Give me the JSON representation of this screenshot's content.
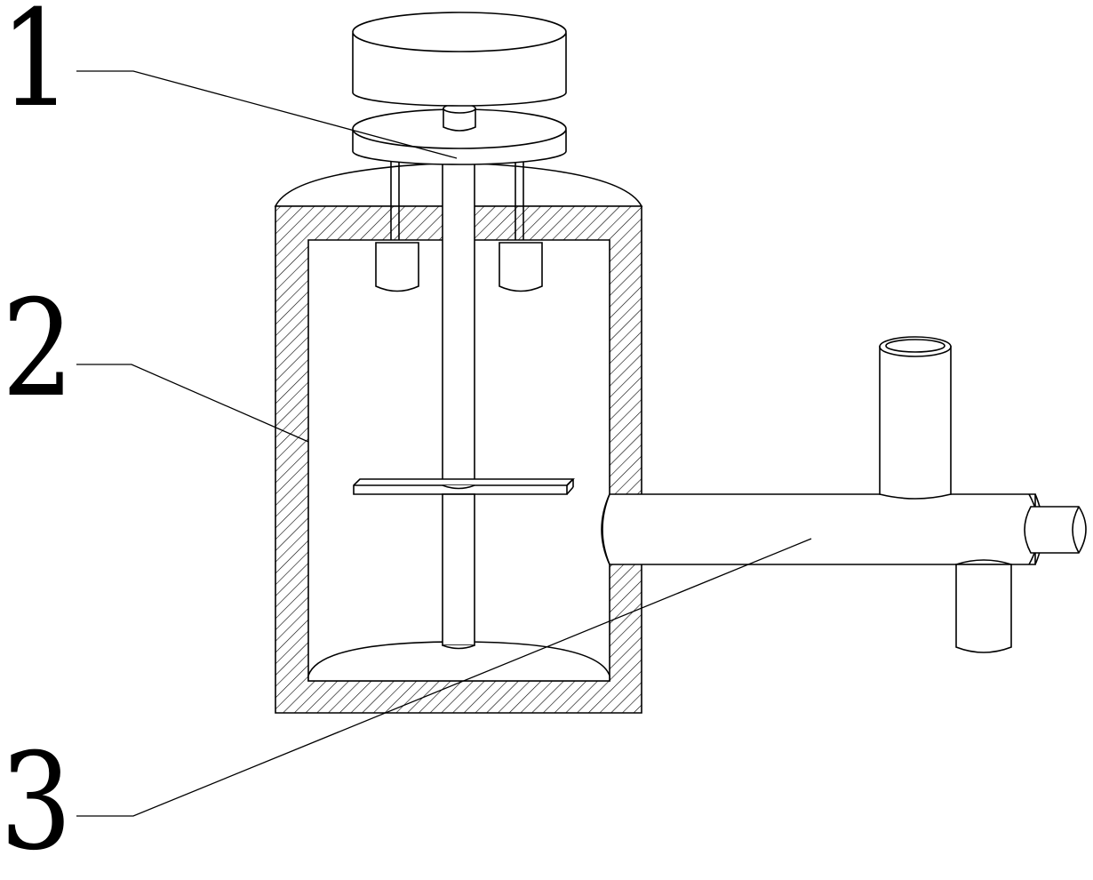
{
  "figure": {
    "labels": [
      {
        "id": "1",
        "text": "1"
      },
      {
        "id": "2",
        "text": "2"
      },
      {
        "id": "3",
        "text": "3"
      }
    ],
    "colors": {
      "line": "#000000",
      "background": "#ffffff"
    }
  }
}
